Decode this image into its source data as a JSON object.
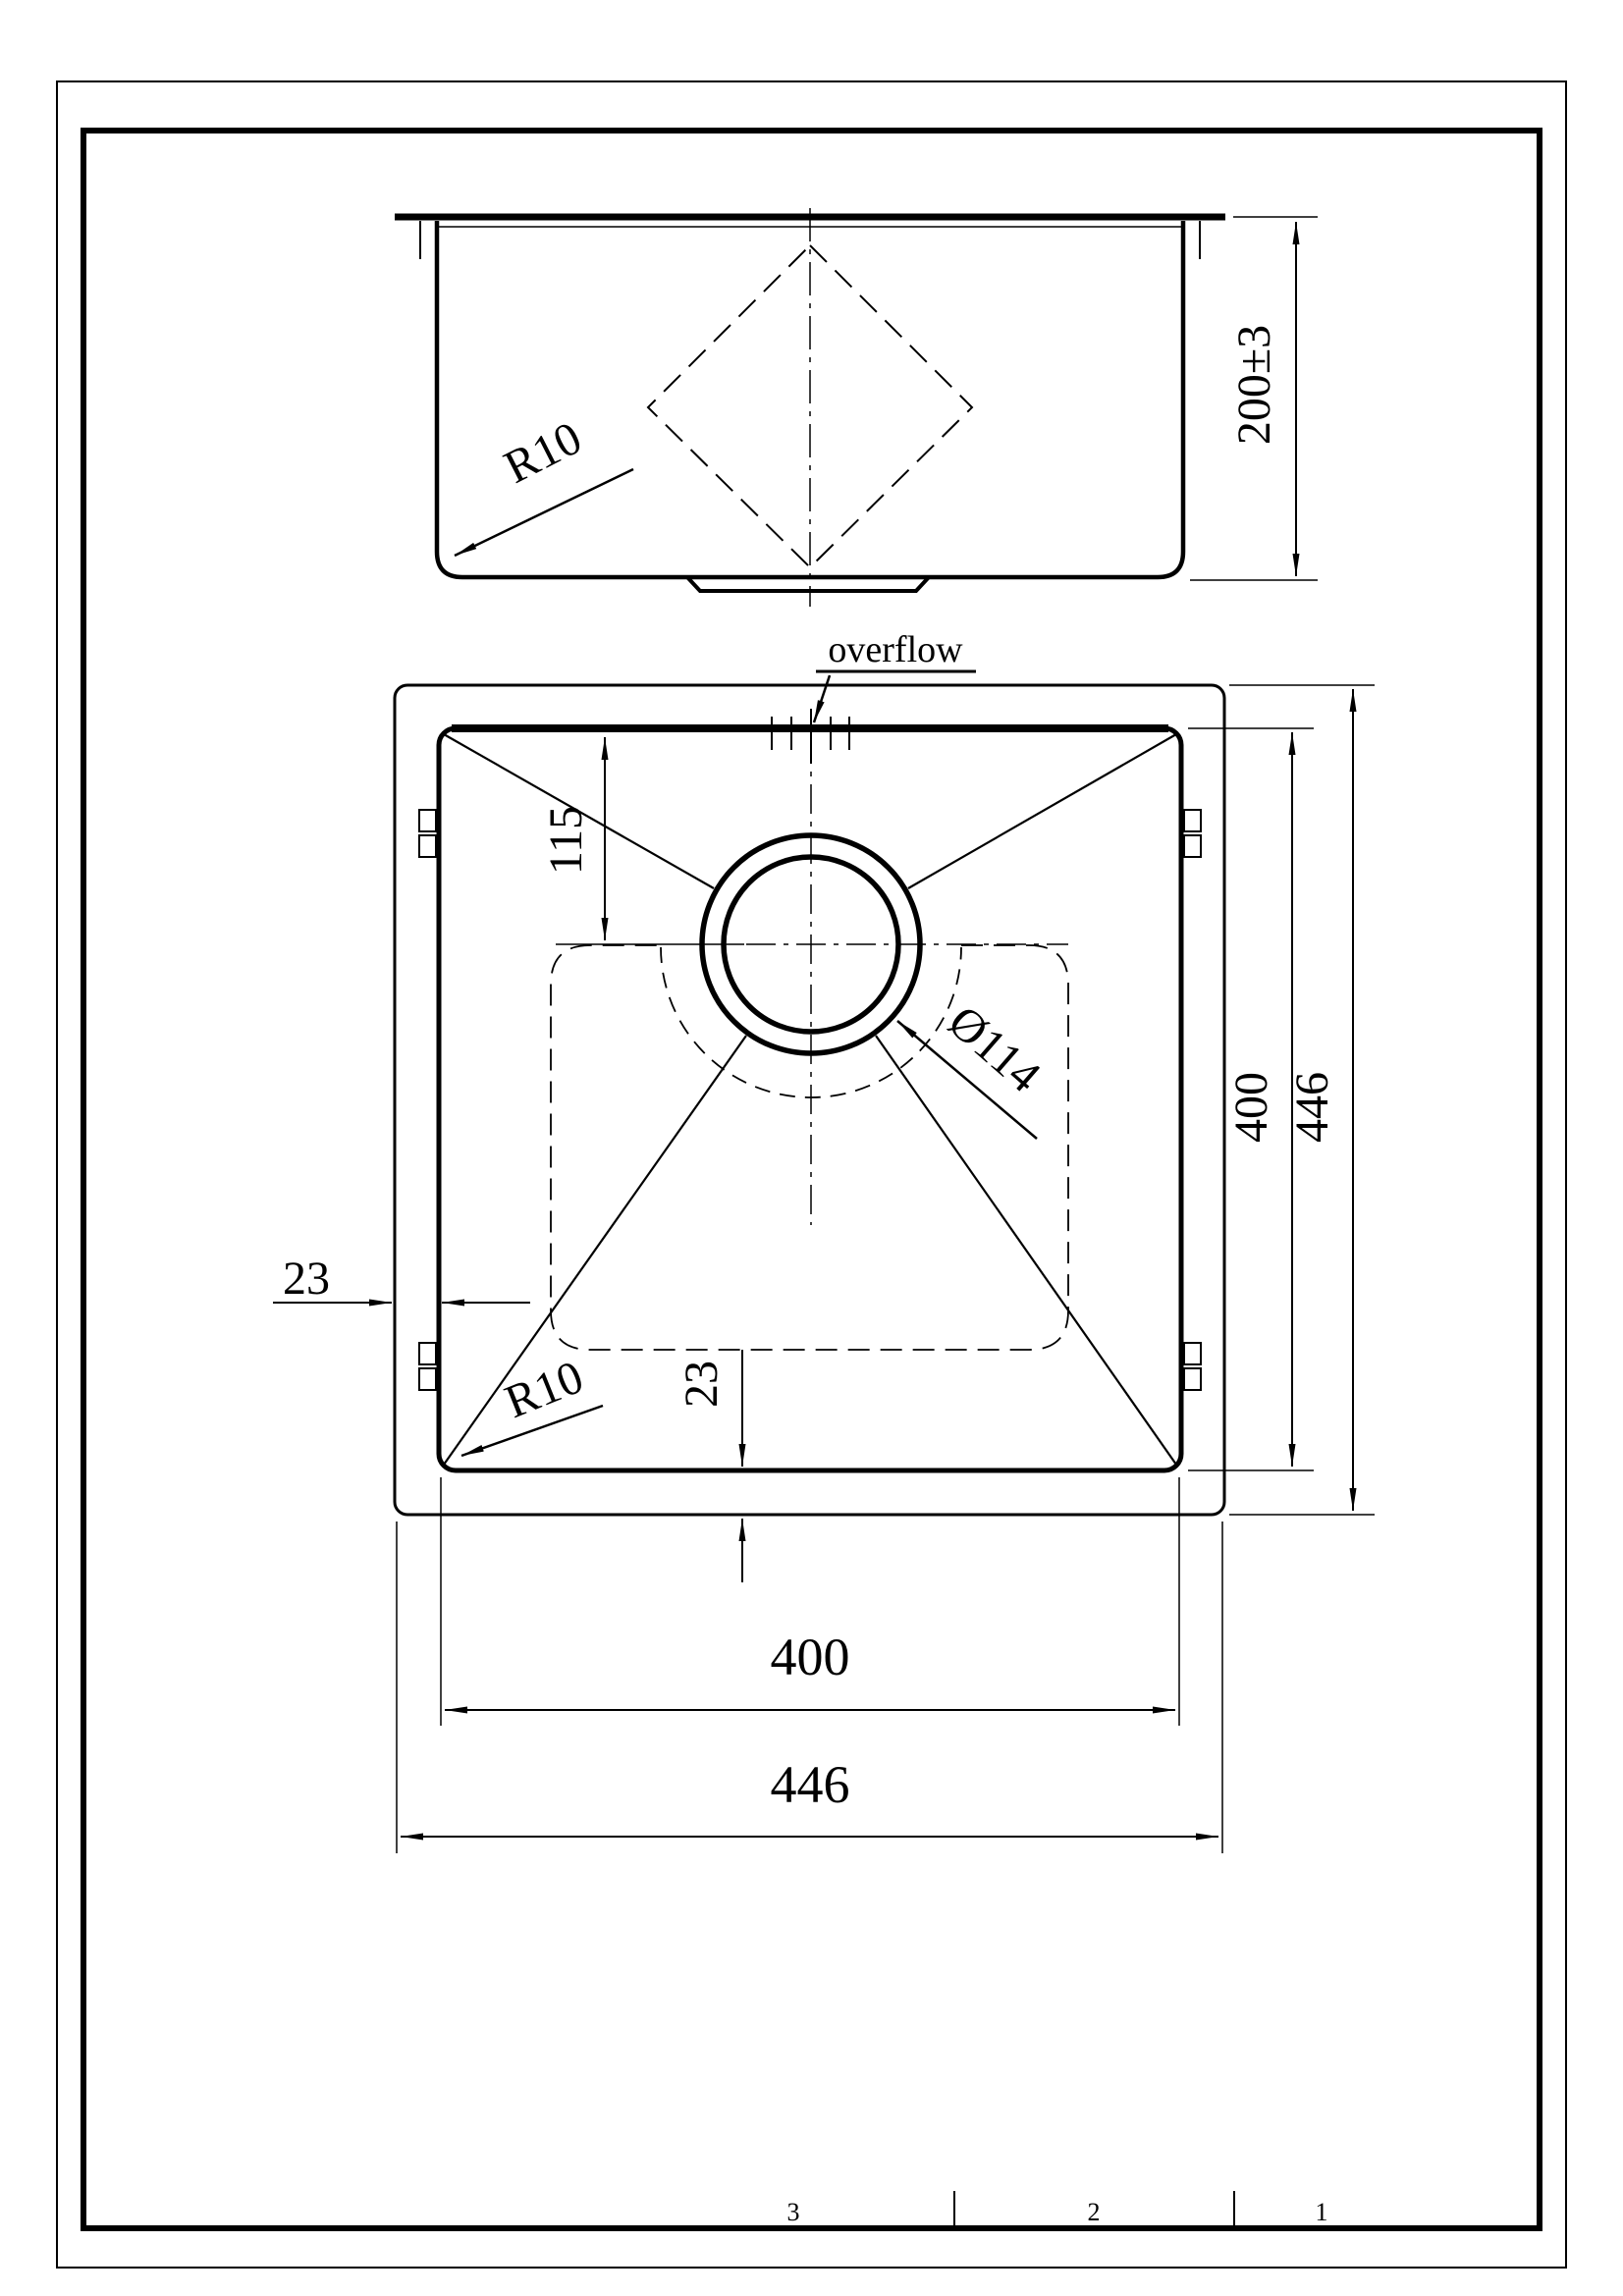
{
  "document": {
    "type": "technical-drawing",
    "subject": "undermount kitchen sink, single bowl",
    "views": [
      "side section view",
      "plan view"
    ]
  },
  "section": {
    "r10": "R10",
    "depth": "200±3"
  },
  "plan": {
    "overflow": "overflow",
    "offset115": "115",
    "drain": "Ø114",
    "gap_left": "23",
    "gap_bottom": "23",
    "r10": "R10",
    "inner_w": "400",
    "outer_w": "446",
    "inner_h": "400",
    "outer_h": "446"
  },
  "frame": {
    "zone3": "3",
    "zone2": "2",
    "zone1": "1"
  },
  "colors": {
    "ink": "#000000",
    "paper": "#ffffff"
  }
}
